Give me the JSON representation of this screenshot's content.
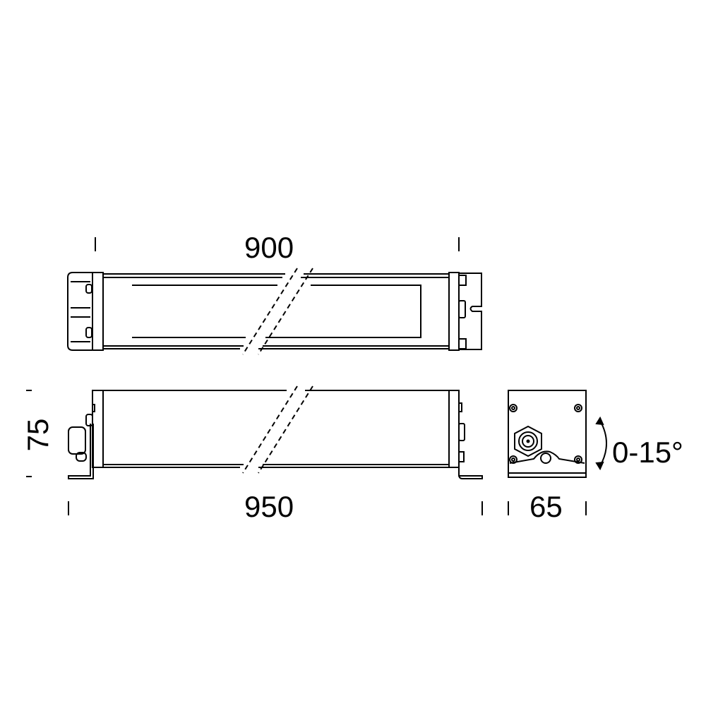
{
  "dimensions": {
    "top_length": "900",
    "total_length": "950",
    "height": "75",
    "depth": "65",
    "tilt": "0-15°"
  },
  "colors": {
    "line": "#000000",
    "background": "#ffffff"
  }
}
